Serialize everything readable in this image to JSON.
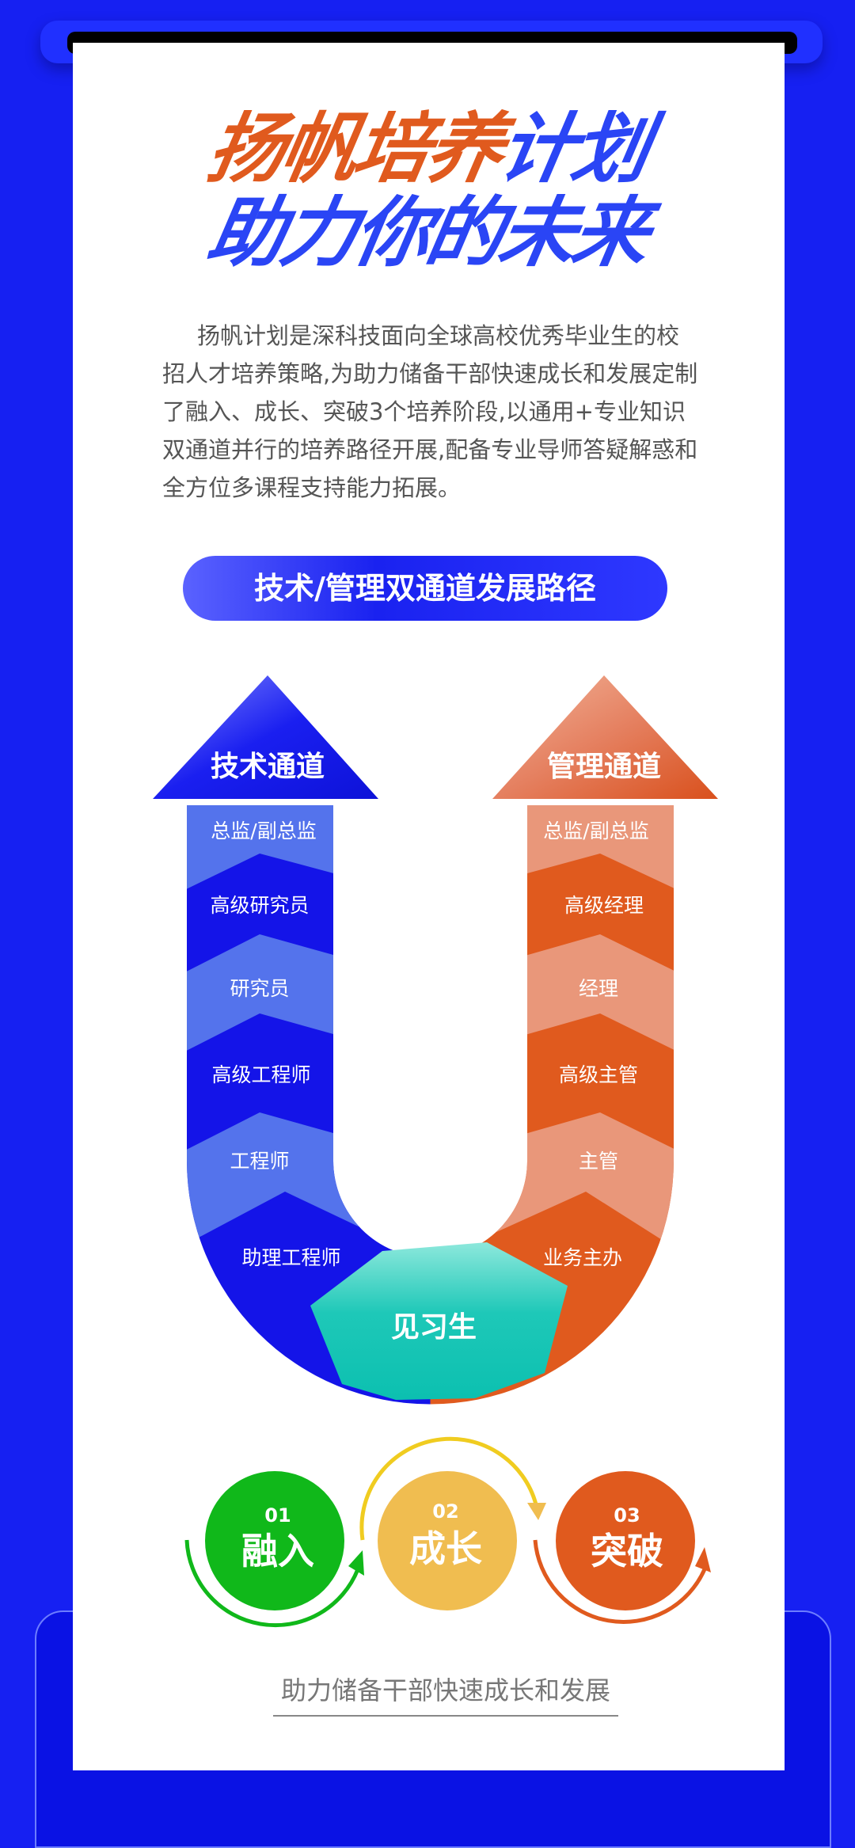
{
  "title": {
    "line1_orange": "扬帆培养",
    "line1_blue": "计划",
    "line2": "助力你的未来"
  },
  "intro": "扬帆计划是深科技面向全球高校优秀毕业生的校招人才培养策略,为助力储备干部快速成长和发展定制了融入、成长、突破3个培养阶段,以通用+专业知识双通道并行的培养路径开展,配备专业导师答疑解惑和全方位多课程支持能力拓展。",
  "pill_label": "技术/管理双通道发展路径",
  "tech_channel": {
    "title": "技术通道",
    "levels": [
      "总监/副总监",
      "高级研究员",
      "研究员",
      "高级工程师",
      "工程师",
      "助理工程师"
    ]
  },
  "mgmt_channel": {
    "title": "管理通道",
    "levels": [
      "总监/副总监",
      "高级经理",
      "经理",
      "高级主管",
      "主管",
      "业务主办"
    ]
  },
  "base_level": "见习生",
  "stages": [
    {
      "num": "01",
      "label": "融入",
      "color": "#10b81a"
    },
    {
      "num": "02",
      "label": "成长",
      "color": "#f0bd50"
    },
    {
      "num": "03",
      "label": "突破",
      "color": "#e05a1e"
    }
  ],
  "bottom_text": "助力储备干部快速成长和发展",
  "colors": {
    "background": "#1620f2",
    "orange": "#e05a1e",
    "blue": "#2a45f5",
    "teal": "#1ec8b8"
  }
}
